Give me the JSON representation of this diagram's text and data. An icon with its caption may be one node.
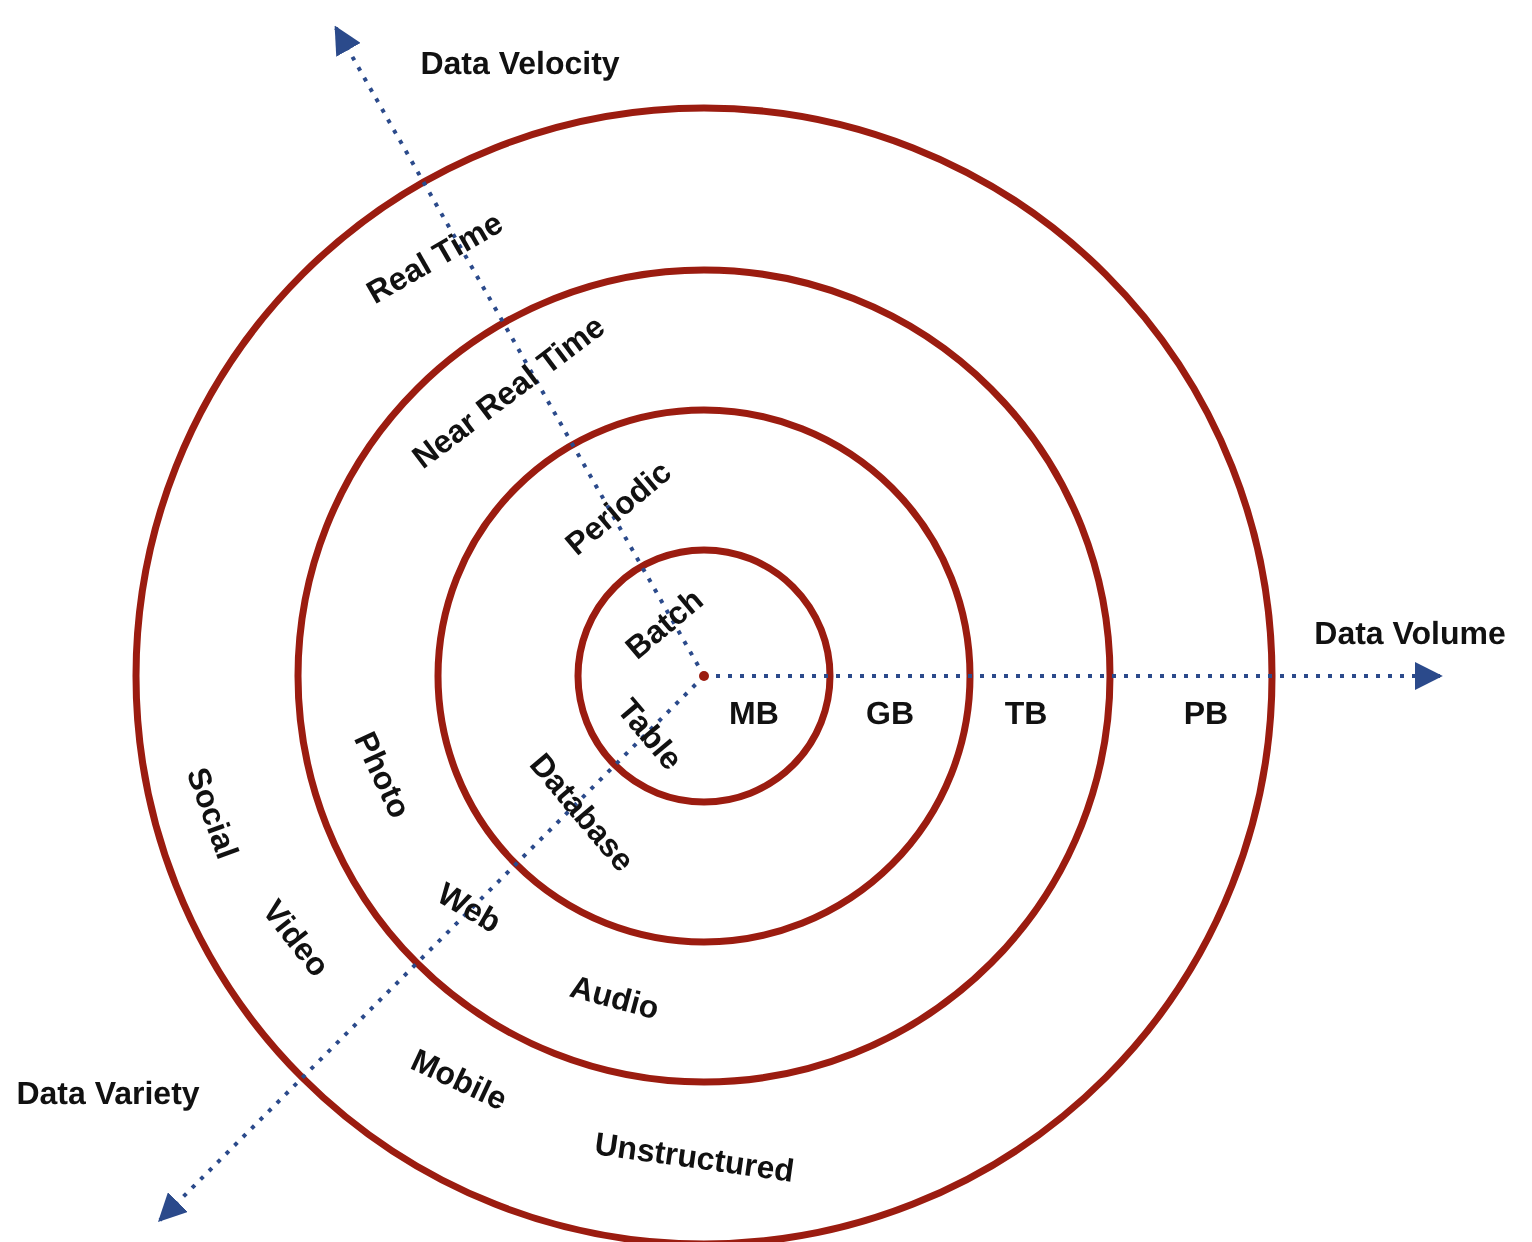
{
  "diagram": {
    "labels": [
      "Data Velocity",
      "Real Time",
      "Near Real Time",
      "Periodic",
      "Batch",
      "Data Volume",
      "MB",
      "GB",
      "TB",
      "PB",
      "Table",
      "Social",
      "Photo",
      "Database",
      "Video",
      "Web",
      "Audio",
      "Data Variety",
      "Mobile",
      "Unstructured"
    ]
  }
}
